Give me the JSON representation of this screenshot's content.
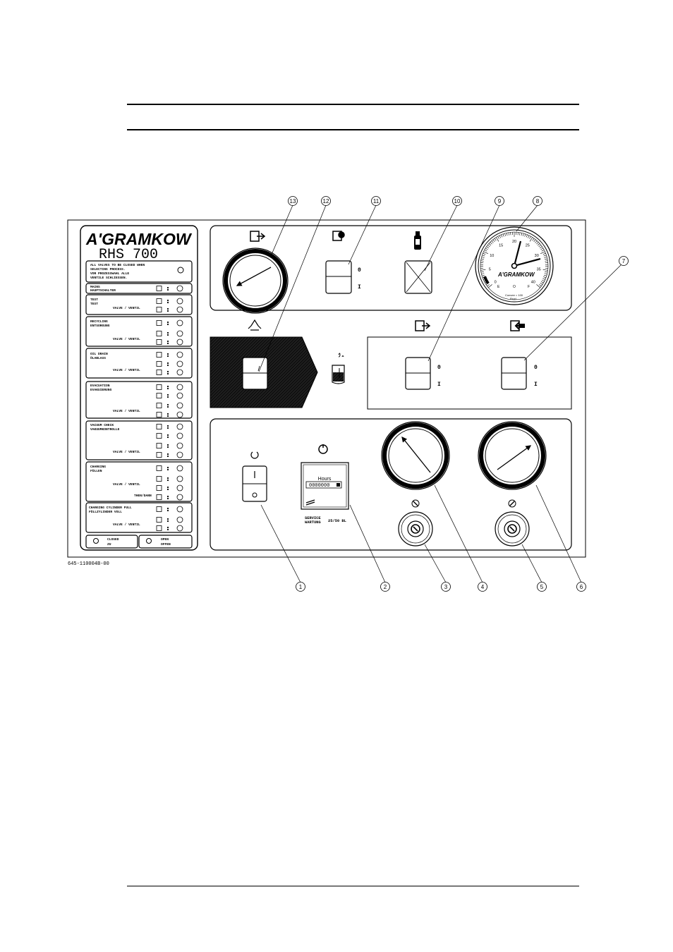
{
  "brand": {
    "logo": "A'GRAMKOW",
    "model": "RHS 700"
  },
  "figure_code": "645-110004B-00",
  "legend": {
    "intro": [
      "ALL VALVES TO BE CLOSED WHEN",
      "SELECTING PROCESS.",
      "VOR PROZESSWAHL ALLE",
      "VENTILE SCHLIESSEN."
    ],
    "main": [
      "MAINS",
      "HAUPTSCHALTER"
    ],
    "test": [
      "TEST",
      "TEST"
    ],
    "recycling": [
      "RECYCLING",
      "ENTSORGUNG"
    ],
    "oil_drain": [
      "OIL DRAIN",
      "ÖLABLASS"
    ],
    "evacuation": [
      "EVACUATION",
      "EVAKUIERUNG"
    ],
    "vacuum_check": [
      "VACUUM CHECK",
      "VAKUUMKONTROLLE"
    ],
    "charging": [
      "CHARGING",
      "FÜLLEN"
    ],
    "charging_cylinder": [
      "CHARGING CYLINDER FULL",
      "FÜLLZYLINDER VOLL"
    ],
    "valve": "VALVE / VENTIL",
    "then": "THEN/DANN",
    "closed": [
      "CLOSED",
      "ZU"
    ],
    "open": [
      "OPEN",
      "OFFEN"
    ]
  },
  "switch_labels": {
    "off": "0",
    "on": "I"
  },
  "hour_meter": {
    "label": "Hours",
    "digits": "0000000",
    "service": [
      "SERVICE",
      "WARTUNG"
    ],
    "interval": "25/50 BL"
  },
  "scale_gauge": {
    "brand": "A'GRAMKOW",
    "numbers": [
      "0",
      "5",
      "10",
      "15",
      "20",
      "25",
      "30",
      "35",
      "40"
    ],
    "sub": [
      "E",
      "O",
      "F"
    ],
    "caption": [
      "Convee = 100",
      "Fluid"
    ]
  },
  "callouts": [
    "1",
    "2",
    "3",
    "4",
    "5",
    "6",
    "7",
    "8",
    "9",
    "10",
    "11",
    "12",
    "13"
  ]
}
